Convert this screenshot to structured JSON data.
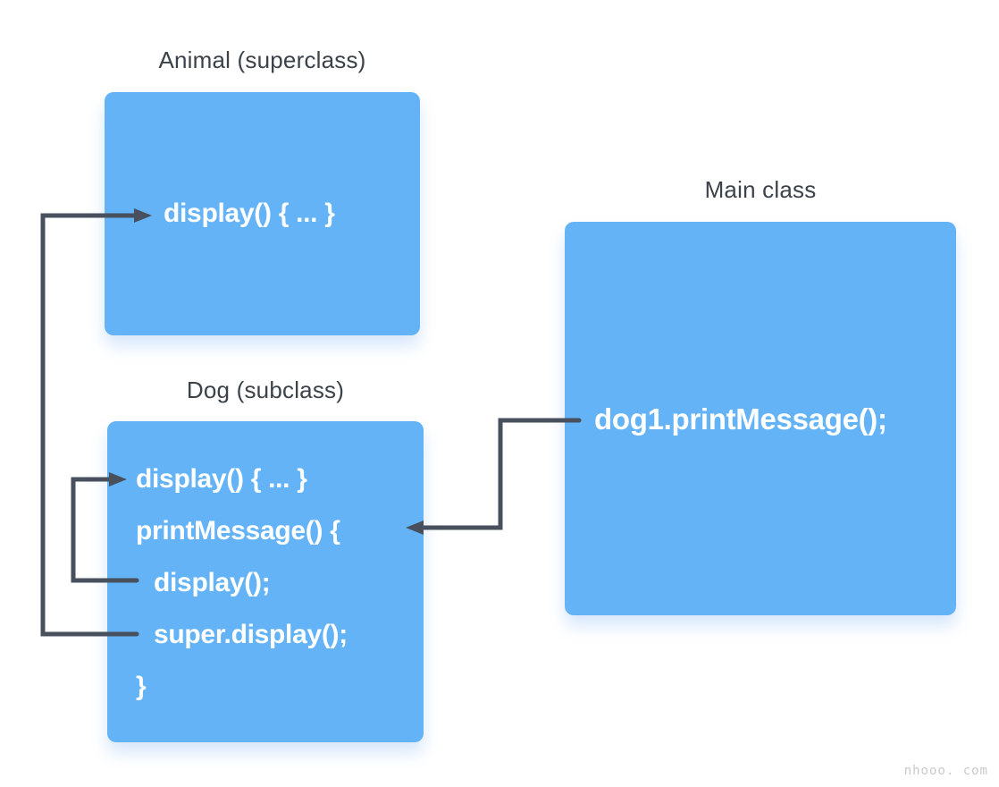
{
  "colors": {
    "background": "#ffffff",
    "box_fill": "#64b3f7",
    "code_text": "#ffffff",
    "label_text": "#3b4249",
    "arrow": "#47505c",
    "watermark_text": "#c9c9c9"
  },
  "boxes": {
    "animal": {
      "label": "Animal (superclass)",
      "code": [
        "display() { ... }"
      ]
    },
    "dog": {
      "label": "Dog (subclass)",
      "code": [
        "display() { ... }",
        "printMessage() {",
        "display();",
        "super.display();",
        "}"
      ]
    },
    "main": {
      "label": "Main class",
      "code": [
        "dog1.printMessage();"
      ]
    }
  },
  "watermark": {
    "text": "nhooo. com"
  }
}
